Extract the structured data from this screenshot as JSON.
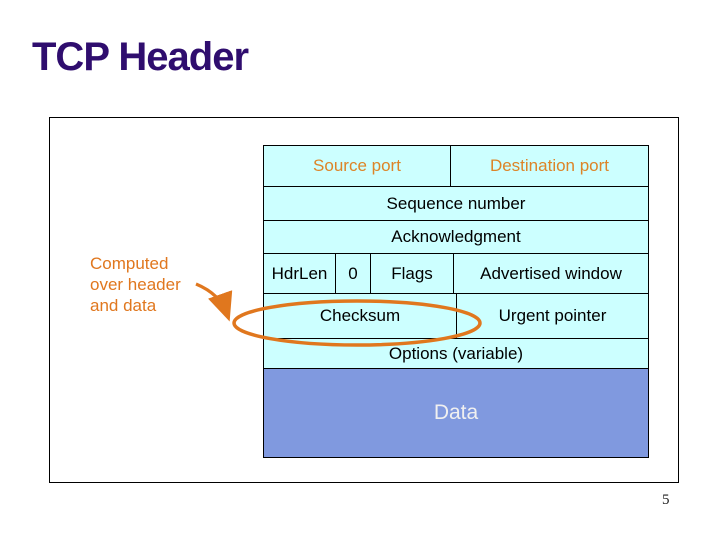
{
  "slide": {
    "title": "TCP Header",
    "page_number": "5"
  },
  "annotation": {
    "lines": [
      "Computed",
      "over header",
      "and data"
    ]
  },
  "tcp_header_diagram": {
    "rows": [
      {
        "cells": [
          {
            "label": "Source port"
          },
          {
            "label": "Destination port"
          }
        ]
      },
      {
        "cells": [
          {
            "label": "Sequence number"
          }
        ]
      },
      {
        "cells": [
          {
            "label": "Acknowledgment"
          }
        ]
      },
      {
        "cells": [
          {
            "label": "HdrLen"
          },
          {
            "label": "0"
          },
          {
            "label": "Flags"
          },
          {
            "label": "Advertised window"
          }
        ]
      },
      {
        "cells": [
          {
            "label": "Checksum"
          },
          {
            "label": "Urgent pointer"
          }
        ]
      },
      {
        "cells": [
          {
            "label": "Options (variable)"
          }
        ]
      },
      {
        "cells": [
          {
            "label": "Data"
          }
        ]
      }
    ]
  },
  "colors": {
    "title": "#2F0D6E",
    "field_label_orange": "#DD8427",
    "cell_background": "#CCFFFF",
    "data_background": "#8099DF",
    "data_text": "#F0F0F0",
    "annotation_orange": "#E0771E",
    "shape_orange": "#E0771E",
    "border": "#000000"
  }
}
